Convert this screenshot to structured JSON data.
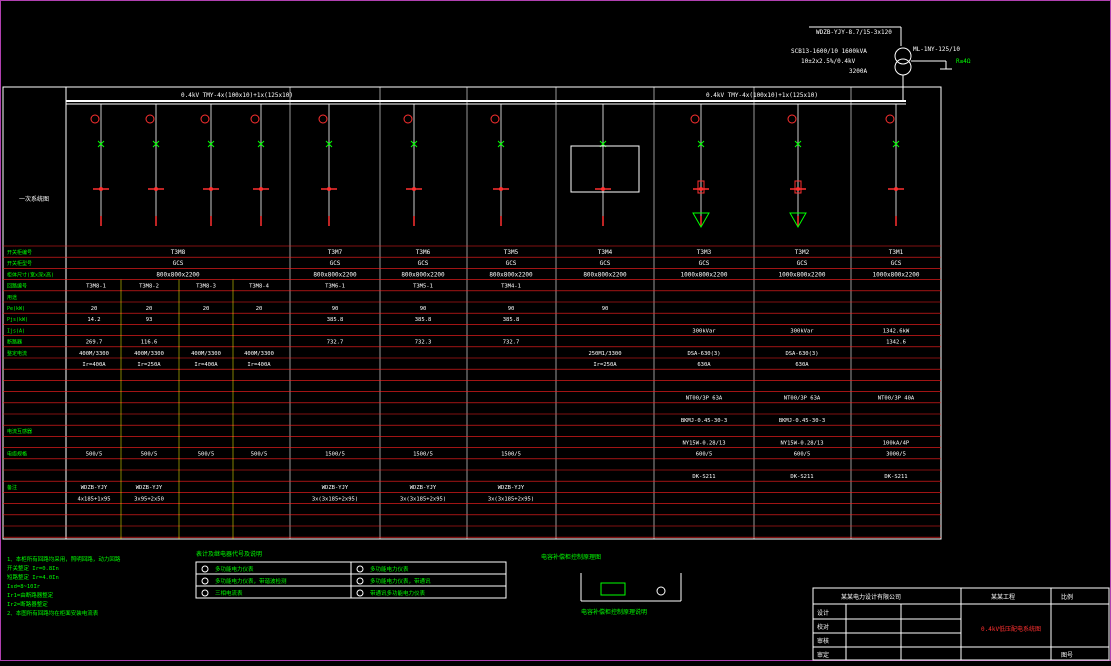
{
  "busbar": {
    "left_label": "0.4kV TMY-4x(100x10)+1x(125x10)",
    "right_label": "0.4kV TMY-4x(100x10)+1x(125x10)"
  },
  "transformer": {
    "feeder": "WDZB-YJY-8.7/15-3x120",
    "name": "ML-1NY-125/10",
    "spec1": "SCB13-1600/10  1600kVA",
    "spec2": "10±2x2.5%/0.4kV",
    "ground": "R≤4Ω",
    "bus_link": "3200A"
  },
  "left_header": "一次系统图",
  "row_labels": [
    "开关柜编号",
    "开关柜型号",
    "柜体尺寸(宽x深x高)",
    "回路编号",
    "用途",
    "Pe(kW)",
    "Pjs(kW)",
    "Ijs(A)",
    "断路器",
    "整定电流",
    "",
    "",
    "",
    "",
    "",
    "",
    "电流互感器",
    "",
    "电缆规格",
    "",
    "",
    "备注"
  ],
  "cabinets": [
    {
      "code": "T3M8",
      "model": "GCS",
      "size": "800x800x2200"
    },
    {
      "code": "T3M7",
      "model": "GCS",
      "size": "800x800x2200"
    },
    {
      "code": "T3M6",
      "model": "GCS",
      "size": "800x800x2200"
    },
    {
      "code": "T3M5",
      "model": "GCS",
      "size": "800x800x2200"
    },
    {
      "code": "T3M4",
      "model": "GCS",
      "size": "800x800x2200"
    },
    {
      "code": "T3M3",
      "model": "GCS",
      "size": "1000x800x2200"
    },
    {
      "code": "T3M2",
      "model": "GCS",
      "size": "1000x800x2200"
    },
    {
      "code": "T3M1",
      "model": "GCS",
      "size": "1000x800x2200"
    }
  ],
  "circuits": [
    "T3M8-1",
    "T3M8-2",
    "T3M8-3",
    "T3M8-4",
    "T3M6-1",
    "T3M5-1",
    "T3M4-1"
  ],
  "values": {
    "pe": [
      "20",
      "20",
      "20",
      "20",
      "90",
      "90",
      "90",
      "90"
    ],
    "pjs": [
      "14.2",
      "93",
      "385.8",
      "385.8",
      "385.8"
    ],
    "ijs": [
      "269.7",
      "116.6",
      "732.7",
      "732.3",
      "732.7",
      "1342.6"
    ],
    "breaker": [
      "400M/3300",
      "400M/3300",
      "400M/3300",
      "400M/3300",
      "250M1/3300",
      "DSA-630(3)",
      "DSA-630(3)"
    ],
    "setting": [
      "Ir=400A",
      "Ir=250A",
      "Ir=400A",
      "Ir=400A",
      "Ir=250A",
      "630A",
      "630A"
    ],
    "ct": [
      "500/5",
      "500/5",
      "500/5",
      "500/5",
      "1500/5",
      "1500/5",
      "1500/5",
      "600/5",
      "600/5",
      "3000/5"
    ],
    "cap": [
      "NT00/3P 63A",
      "NT00/3P 63A",
      "NT00/3P 40A"
    ],
    "reactor": [
      "BKMJ-0.45-30-3",
      "BKMJ-0.45-30-3"
    ],
    "cable1": [
      "WDZB-YJY",
      "WDZB-YJY",
      "WDZB-YJY",
      "WDZB-YJY",
      "WDZB-YJY"
    ],
    "cable2": [
      "4x185+1x95",
      "3x95+2x50",
      "3x(3x185+2x95)",
      "3x(3x185+2x95)",
      "3x(3x185+2x95)"
    ],
    "dk": [
      "DK-S211",
      "DK-S211",
      "DK-S211"
    ],
    "pf": [
      "300kVar",
      "300kVar",
      "1342.6kW"
    ],
    "ny": [
      "NY15W-0.28/13",
      "NY15W-0.28/13",
      "100kA/4P"
    ]
  },
  "notes": {
    "left": [
      "1、本柜所有回路均采用，照明回路，动力回路",
      "  开关整定  Ir=0.8In",
      "  短路整定  Ir=4.0In",
      "  Isd=8~10Ir",
      "  Ir1=由断路器整定",
      "  Ir2=断路器整定",
      "2、本图所有回路均在柜面安装电流表"
    ],
    "legend_title": "表计及继电器代号及说明",
    "legend": [
      "多功能电力仪表",
      "多功能电力仪表，带谐波检测",
      "三相电流表",
      "多功能电力仪表",
      "多功能电力仪表，带通讯",
      "带通讯多功能电力仪表"
    ],
    "right_title": "电容补偿柜控制原理图",
    "right_bottom": "电容补偿柜控制原理说明"
  },
  "titleblock": {
    "company": "某某电力设计有限公司",
    "project": "某某工程",
    "drawing": "0.4kV低压配电系统图",
    "roles": [
      "设计",
      "校对",
      "审核",
      "审定"
    ],
    "sheet": "图号",
    "scale": "比例"
  }
}
